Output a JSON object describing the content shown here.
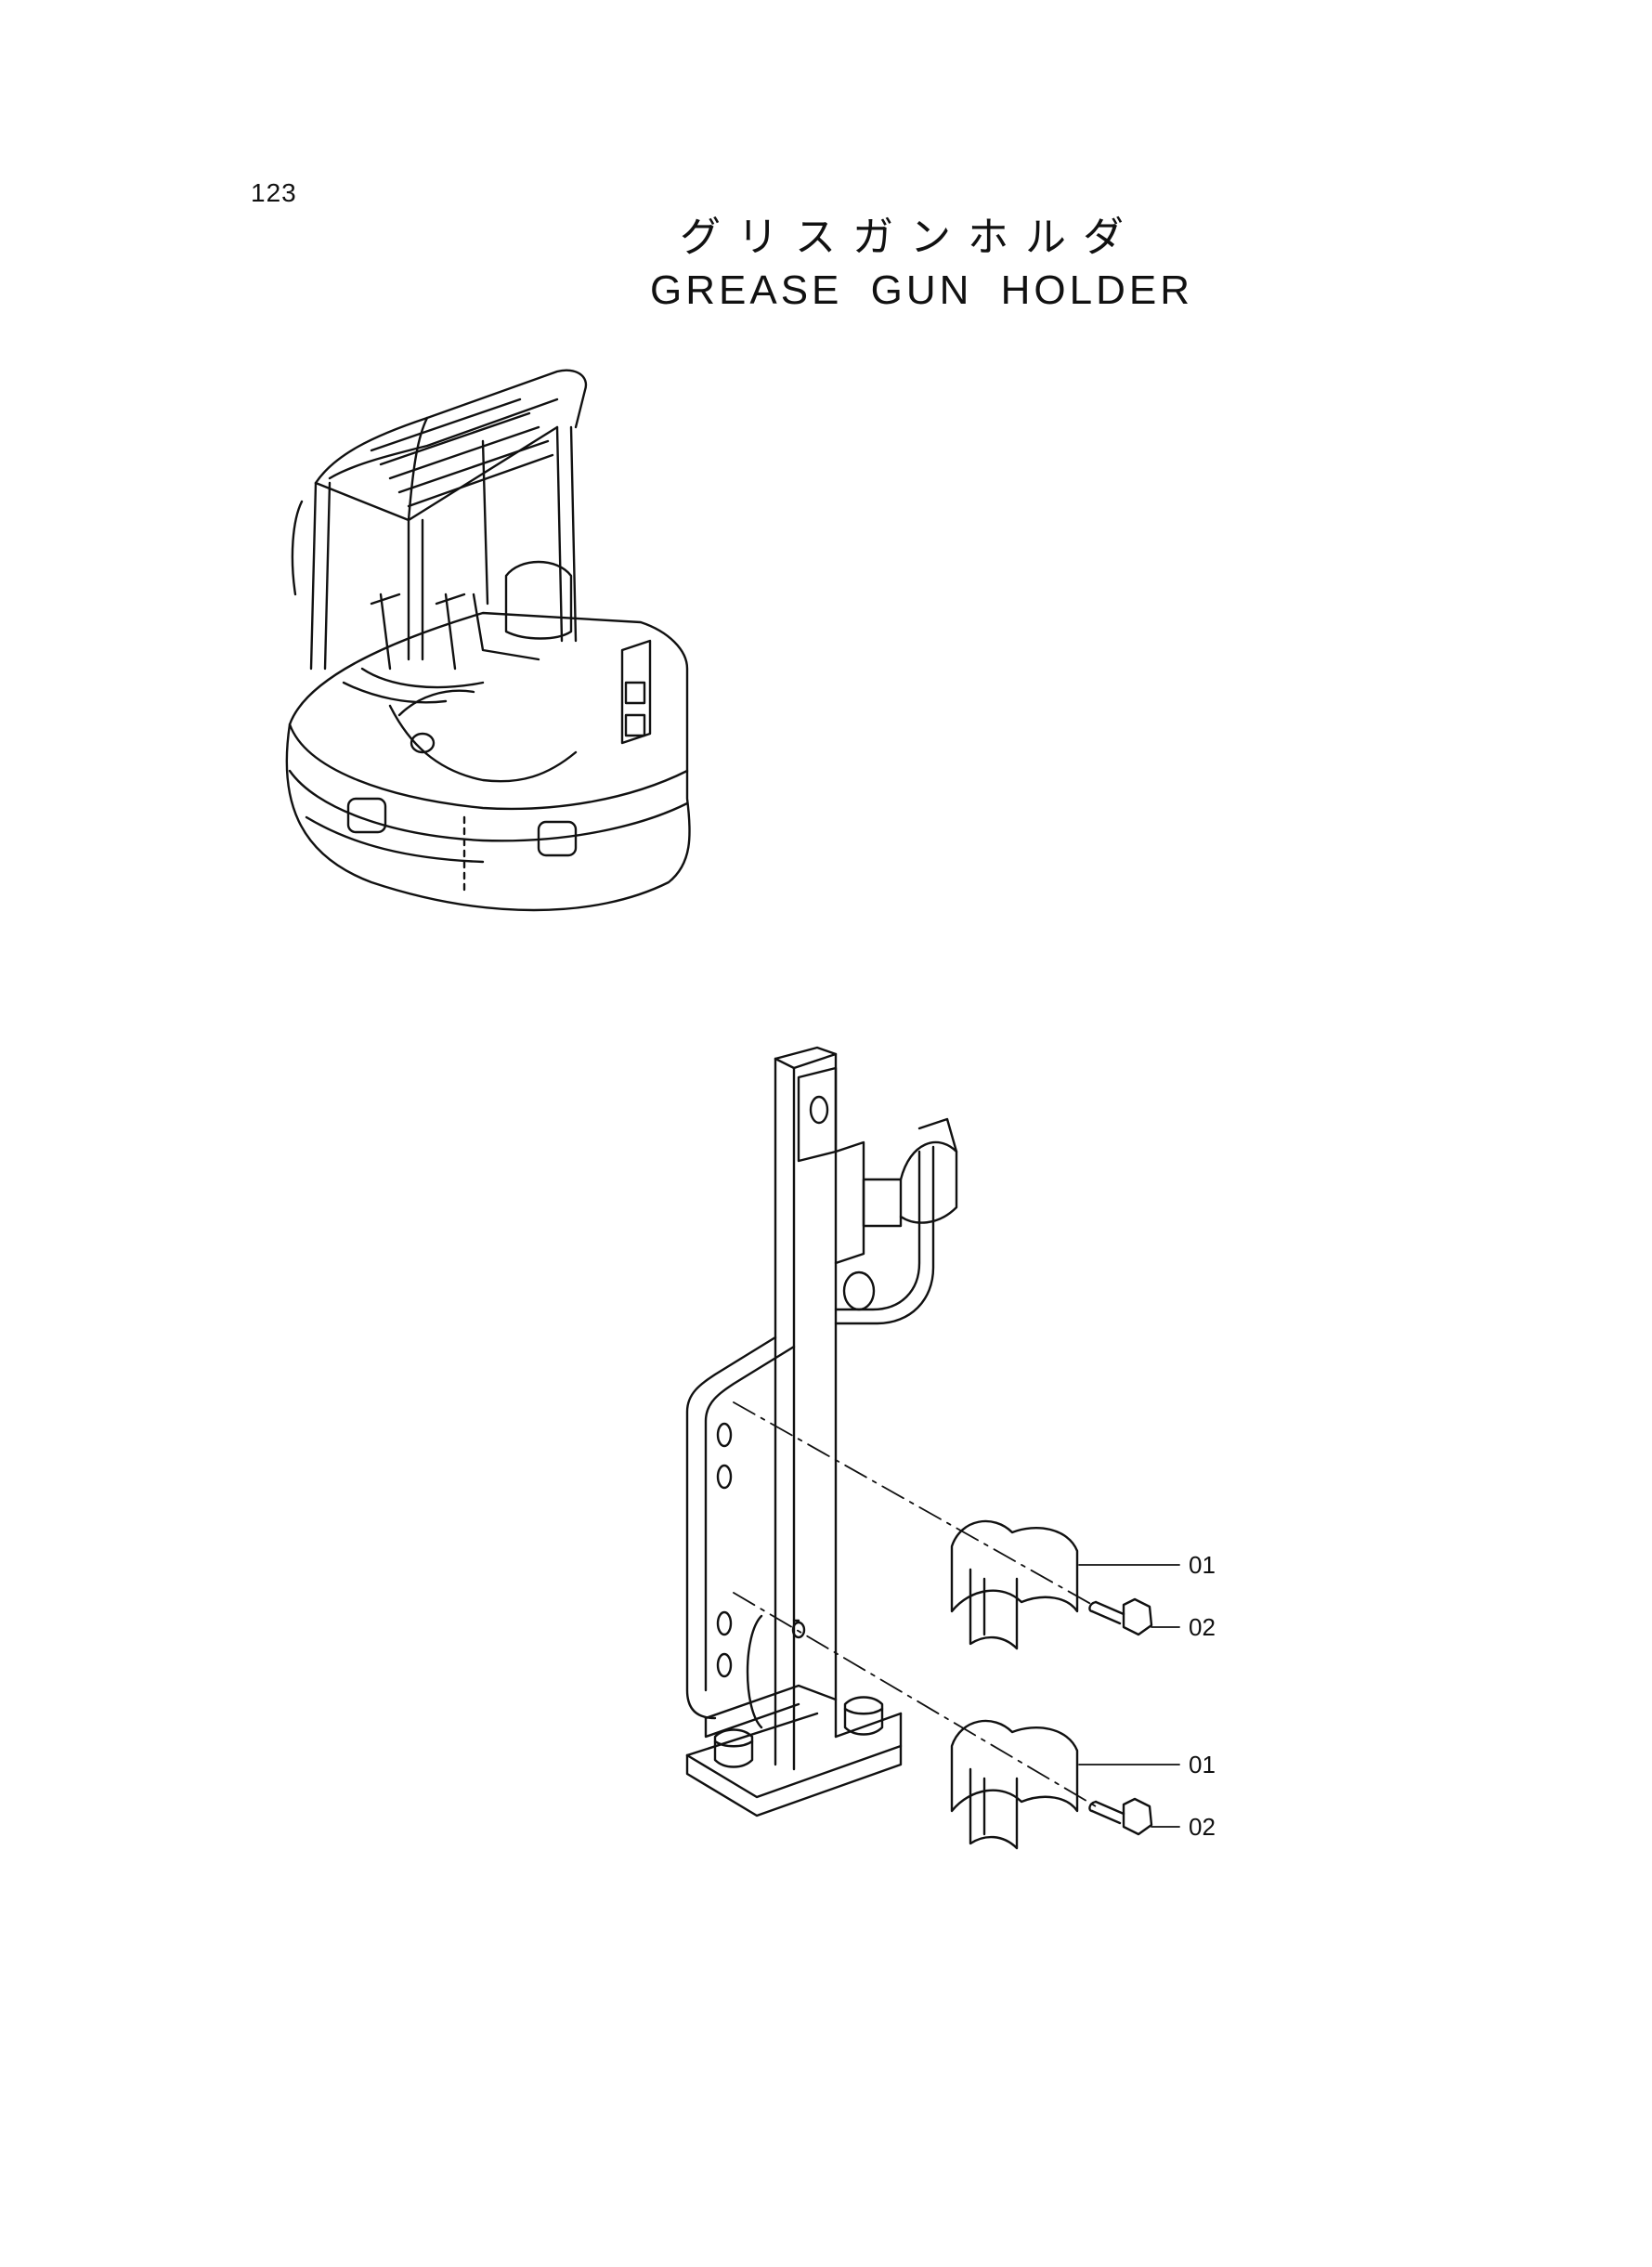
{
  "page": {
    "number": "123",
    "title_jp": "グリスガンホルダ",
    "title_en": "GREASE GUN HOLDER"
  },
  "callouts": [
    {
      "label": "01",
      "part": "holder-clip-upper"
    },
    {
      "label": "02",
      "part": "bolt-upper"
    },
    {
      "label": "01",
      "part": "holder-clip-lower"
    },
    {
      "label": "02",
      "part": "bolt-lower"
    }
  ],
  "colors": {
    "ink": "#111111",
    "paper": "#ffffff"
  }
}
